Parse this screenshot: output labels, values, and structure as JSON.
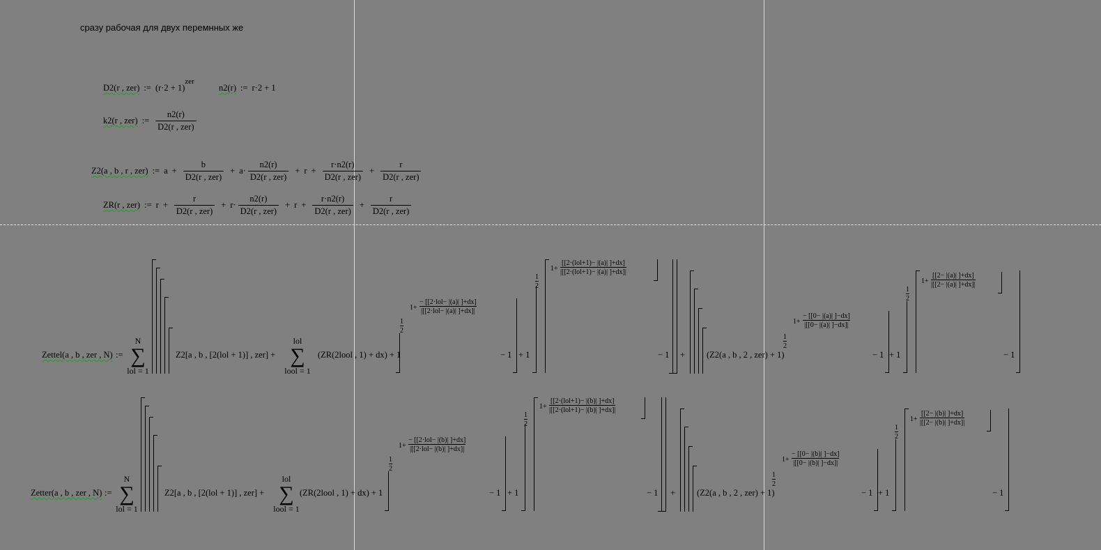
{
  "note": {
    "text": "сразу рабочая для двух перемнных же"
  },
  "d2": {
    "lhs": "D2(r , zer)",
    "assign": ":=",
    "base": "(r·2 + 1)",
    "exp": "zer"
  },
  "n2": {
    "lhs": "n2(r)",
    "assign": ":=",
    "rhs": "r·2 + 1"
  },
  "k2": {
    "lhs": "k2(r , zer)",
    "assign": ":=",
    "num": "n2(r)",
    "den": "D2(r , zer)"
  },
  "z2": {
    "lhs": "Z2(a , b , r , zer)",
    "assign": ":=",
    "t1": "a",
    "t2num": "b",
    "t2den": "D2(r , zer)",
    "t3pre": "a·",
    "t3num": "n2(r)",
    "t3den": "D2(r , zer)",
    "t4": "r",
    "t5num": "r·n2(r)",
    "t5den": "D2(r , zer)",
    "t6num": "r",
    "t6den": "D2(r , zer)",
    "plus": "+"
  },
  "zr": {
    "lhs": "ZR(r , zer)",
    "assign": ":=",
    "t1": "r",
    "t2num": "r",
    "t2den": "D2(r , zer)",
    "t3pre": "r·",
    "t3num": "n2(r)",
    "t3den": "D2(r , zer)",
    "t4": "r",
    "t5num": "r·n2(r)",
    "t5den": "D2(r , zer)",
    "t6num": "r",
    "t6den": "D2(r , zer)",
    "plus": "+"
  },
  "zettel": {
    "lhs": "Zettel(a , b , zer , N)",
    "assign": ":=",
    "sum1_top": "N",
    "sum1_bot": "lol = 1",
    "sigma": "∑",
    "inner": "Z2[a , b , [2(lol + 1)] , zer]  +",
    "sum2_top": "lol",
    "sum2_bot": "lool = 1",
    "zr_term": "(ZR(2lool , 1) + dx) + 1",
    "half": "1",
    "half_den": "2",
    "exp1_pre": "1+",
    "exp1_num": "− [[2·lol− |(a)| ]+dx]",
    "exp1_den": "|[[2·lol− |(a)| ]+dx]|",
    "exp2_num": "[[2·(lol+1)− |(a)| ]+dx]",
    "exp2_den": "|[[2·(lol+1)− |(a)| ]+dx]|",
    "minus1": "− 1",
    "plus1": "+ 1",
    "plusz": "+",
    "z2term": "(Z2(a , b , 2 , zer) + 1)",
    "exp3_num": "− [[0− |(a)| ]−dx]",
    "exp3_den": "|[[0− |(a)| ]−dx]|",
    "exp4_num": "[[2− |(a)| ]+dx]",
    "exp4_den": "|[[2− |(a)| ]+dx]|"
  },
  "zetter": {
    "lhs": "Zetter(a , b , zer , N)",
    "assign": ":=",
    "sum1_top": "N",
    "sum1_bot": "lol = 1",
    "sigma": "∑",
    "inner": "Z2[a , b , [2(lol + 1)] , zer]  +",
    "sum2_top": "lol",
    "sum2_bot": "lool = 1",
    "zr_term": "(ZR(2lool , 1) + dx) + 1",
    "half": "1",
    "half_den": "2",
    "exp1_pre": "1+",
    "exp1_num": "− [[2·lol− |(b)| ]+dx]",
    "exp1_den": "|[[2·lol− |(b)| ]+dx]|",
    "exp2_num": "[[2·(lol+1)− |(b)| ]+dx]",
    "exp2_den": "|[[2·(lol+1)− |(b)| ]+dx]|",
    "minus1": "− 1",
    "plus1": "+ 1",
    "plusz": "+",
    "z2term": "(Z2(a , b , 2 , zer) + 1)",
    "exp3_num": "− [[0− |(b)| ]−dx]",
    "exp3_den": "|[[0− |(b)| ]−dx]|",
    "exp4_num": "[[2− |(b)| ]+dx]",
    "exp4_den": "|[[2− |(b)| ]+dx]|"
  }
}
